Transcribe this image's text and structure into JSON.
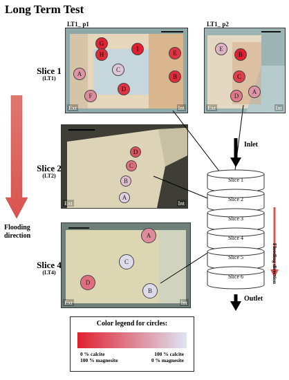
{
  "title": "Long Term Test",
  "panels": {
    "lt1_p1": "LT1_ p1",
    "lt1_p2": "LT1_ p2"
  },
  "slices": {
    "slice1": {
      "label": "Slice 1",
      "sub": "(LT1)"
    },
    "slice2": {
      "label": "Slice 2",
      "sub": "(LT2)"
    },
    "slice4": {
      "label": "Slice 4",
      "sub": "(LT4)"
    }
  },
  "corners": {
    "ext": "Ext",
    "int": "Int"
  },
  "flooding": "Flooding direction",
  "stack": {
    "inlet": "Inlet",
    "outlet": "Outlet",
    "side": "Flooding direction",
    "disks": [
      "Slice 1",
      "Slice 2",
      "Slice 3",
      "Slice 4",
      "Slice 5",
      "Slice 6"
    ]
  },
  "circles": {
    "p1": [
      {
        "letter": "G",
        "fraction": 0.02
      },
      {
        "letter": "H",
        "fraction": 0.05
      },
      {
        "letter": "I",
        "fraction": 0.0
      },
      {
        "letter": "E",
        "fraction": 0.1
      },
      {
        "letter": "A",
        "fraction": 0.6
      },
      {
        "letter": "C",
        "fraction": 0.85
      },
      {
        "letter": "B",
        "fraction": 0.05
      },
      {
        "letter": "D",
        "fraction": 0.1
      },
      {
        "letter": "F",
        "fraction": 0.55
      }
    ],
    "p2": [
      {
        "letter": "E",
        "fraction": 0.75
      },
      {
        "letter": "B",
        "fraction": 0.0
      },
      {
        "letter": "C",
        "fraction": 0.15
      },
      {
        "letter": "D",
        "fraction": 0.45
      },
      {
        "letter": "A",
        "fraction": 0.6
      }
    ],
    "s2": [
      {
        "letter": "D",
        "fraction": 0.25
      },
      {
        "letter": "C",
        "fraction": 0.4
      },
      {
        "letter": "B",
        "fraction": 0.8
      },
      {
        "letter": "A",
        "fraction": 0.9
      }
    ],
    "s4": [
      {
        "letter": "A",
        "fraction": 0.55
      },
      {
        "letter": "C",
        "fraction": 0.95
      },
      {
        "letter": "D",
        "fraction": 0.4
      },
      {
        "letter": "B",
        "fraction": 0.95
      }
    ]
  },
  "legend": {
    "title": "Color legend for circles:",
    "left_line1": "0 % calcite",
    "left_line2": "100 % magnesite",
    "right_line1": "100 % calcite",
    "right_line2": "0 % magnesite",
    "color_start": "#e02030",
    "color_end": "#dde4f4"
  }
}
